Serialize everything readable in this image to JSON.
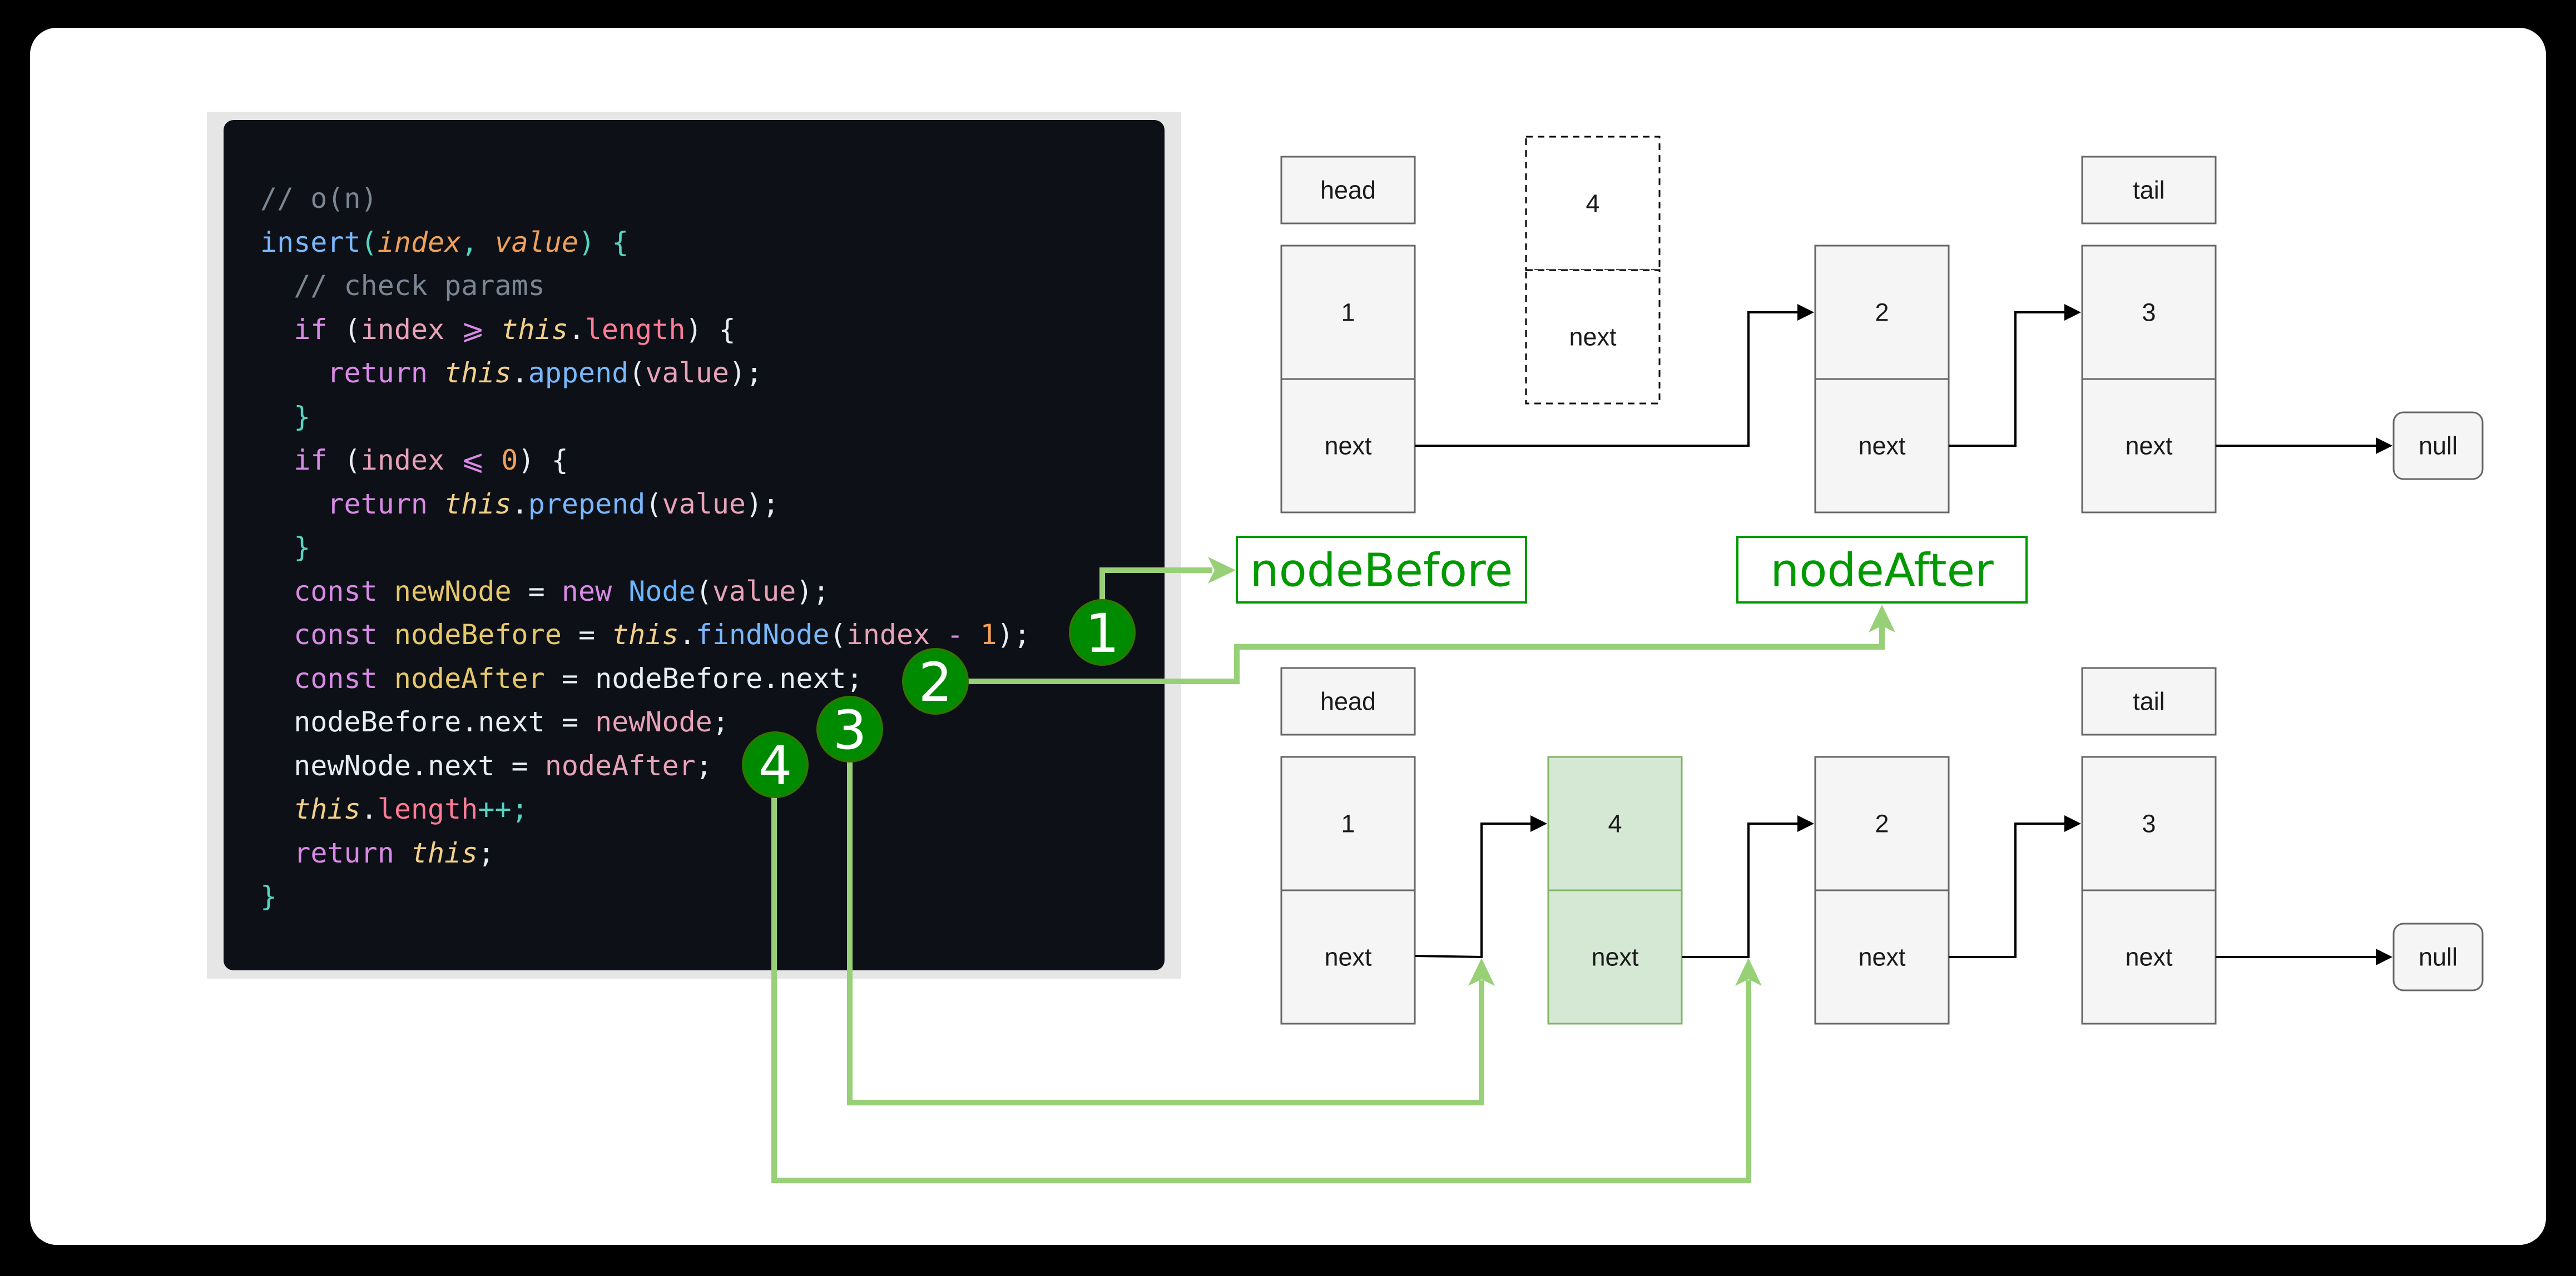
{
  "code": {
    "lines": [
      [
        {
          "t": "// o(n)",
          "c": "comment"
        }
      ],
      [
        {
          "t": "insert",
          "c": "fn"
        },
        {
          "t": "(",
          "c": "punc"
        },
        {
          "t": "index",
          "c": "param"
        },
        {
          "t": ", ",
          "c": "punc"
        },
        {
          "t": "value",
          "c": "param"
        },
        {
          "t": ") {",
          "c": "punc"
        }
      ],
      [
        {
          "t": "  // check params",
          "c": "comment"
        }
      ],
      [
        {
          "t": "  ",
          "c": "plain"
        },
        {
          "t": "if",
          "c": "kw"
        },
        {
          "t": " (",
          "c": "plain"
        },
        {
          "t": "index",
          "c": "var"
        },
        {
          "t": " ⩾ ",
          "c": "kw"
        },
        {
          "t": "this",
          "c": "this"
        },
        {
          "t": ".",
          "c": "plain"
        },
        {
          "t": "length",
          "c": "prop"
        },
        {
          "t": ") {",
          "c": "plain"
        }
      ],
      [
        {
          "t": "    ",
          "c": "plain"
        },
        {
          "t": "return",
          "c": "kw"
        },
        {
          "t": " ",
          "c": "plain"
        },
        {
          "t": "this",
          "c": "this"
        },
        {
          "t": ".",
          "c": "plain"
        },
        {
          "t": "append",
          "c": "fn"
        },
        {
          "t": "(",
          "c": "plain"
        },
        {
          "t": "value",
          "c": "var"
        },
        {
          "t": ");",
          "c": "plain"
        }
      ],
      [
        {
          "t": "  }",
          "c": "punc"
        }
      ],
      [
        {
          "t": "  ",
          "c": "plain"
        },
        {
          "t": "if",
          "c": "kw"
        },
        {
          "t": " (",
          "c": "plain"
        },
        {
          "t": "index",
          "c": "var"
        },
        {
          "t": " ⩽ ",
          "c": "kw"
        },
        {
          "t": "0",
          "c": "num"
        },
        {
          "t": ") {",
          "c": "plain"
        }
      ],
      [
        {
          "t": "    ",
          "c": "plain"
        },
        {
          "t": "return",
          "c": "kw"
        },
        {
          "t": " ",
          "c": "plain"
        },
        {
          "t": "this",
          "c": "this"
        },
        {
          "t": ".",
          "c": "plain"
        },
        {
          "t": "prepend",
          "c": "fn"
        },
        {
          "t": "(",
          "c": "plain"
        },
        {
          "t": "value",
          "c": "var"
        },
        {
          "t": ");",
          "c": "plain"
        }
      ],
      [
        {
          "t": "  }",
          "c": "punc"
        }
      ],
      [
        {
          "t": "  ",
          "c": "plain"
        },
        {
          "t": "const",
          "c": "kw"
        },
        {
          "t": " ",
          "c": "plain"
        },
        {
          "t": "newNode",
          "c": "const"
        },
        {
          "t": " = ",
          "c": "plain"
        },
        {
          "t": "new",
          "c": "kw"
        },
        {
          "t": " ",
          "c": "plain"
        },
        {
          "t": "Node",
          "c": "cls"
        },
        {
          "t": "(",
          "c": "plain"
        },
        {
          "t": "value",
          "c": "var"
        },
        {
          "t": ");",
          "c": "plain"
        }
      ],
      [
        {
          "t": "  ",
          "c": "plain"
        },
        {
          "t": "const",
          "c": "kw"
        },
        {
          "t": " ",
          "c": "plain"
        },
        {
          "t": "nodeBefore",
          "c": "const"
        },
        {
          "t": " = ",
          "c": "plain"
        },
        {
          "t": "this",
          "c": "this"
        },
        {
          "t": ".",
          "c": "plain"
        },
        {
          "t": "findNode",
          "c": "fn"
        },
        {
          "t": "(",
          "c": "plain"
        },
        {
          "t": "index",
          "c": "var"
        },
        {
          "t": " - ",
          "c": "kw"
        },
        {
          "t": "1",
          "c": "num"
        },
        {
          "t": ");",
          "c": "plain"
        }
      ],
      [
        {
          "t": "  ",
          "c": "plain"
        },
        {
          "t": "const",
          "c": "kw"
        },
        {
          "t": " ",
          "c": "plain"
        },
        {
          "t": "nodeAfter",
          "c": "const"
        },
        {
          "t": " = nodeBefore.next;",
          "c": "plain"
        }
      ],
      [
        {
          "t": "  nodeBefore.next = ",
          "c": "plain"
        },
        {
          "t": "newNode",
          "c": "var"
        },
        {
          "t": ";",
          "c": "plain"
        }
      ],
      [
        {
          "t": "  newNode.next = ",
          "c": "plain"
        },
        {
          "t": "nodeAfter",
          "c": "var"
        },
        {
          "t": ";",
          "c": "plain"
        }
      ],
      [
        {
          "t": "  ",
          "c": "plain"
        },
        {
          "t": "this",
          "c": "this"
        },
        {
          "t": ".",
          "c": "plain"
        },
        {
          "t": "length",
          "c": "prop"
        },
        {
          "t": "++;",
          "c": "punc"
        }
      ],
      [
        {
          "t": "  ",
          "c": "plain"
        },
        {
          "t": "return",
          "c": "kw"
        },
        {
          "t": " ",
          "c": "plain"
        },
        {
          "t": "this",
          "c": "this"
        },
        {
          "t": ";",
          "c": "plain"
        }
      ],
      [
        {
          "t": "}",
          "c": "punc"
        }
      ]
    ]
  },
  "labels": {
    "head": "head",
    "tail": "tail",
    "next": "next",
    "null": "null",
    "node_before": "nodeBefore",
    "node_after": "nodeAfter"
  },
  "top_list": {
    "nodes": [
      "1",
      "2",
      "3"
    ],
    "new_node": "4"
  },
  "bottom_list": {
    "nodes": [
      "1",
      "4",
      "2",
      "3"
    ]
  },
  "steps": [
    "1",
    "2",
    "3",
    "4"
  ],
  "colors": {
    "node_fill": "#f5f5f5",
    "node_stroke": "#666666",
    "highlight_fill": "#d5e8d4",
    "highlight_stroke": "#82b366",
    "annotation_green": "#97d077",
    "badge_fill": "#008a00",
    "label_green": "#009900",
    "code_background": "#0d1117"
  }
}
